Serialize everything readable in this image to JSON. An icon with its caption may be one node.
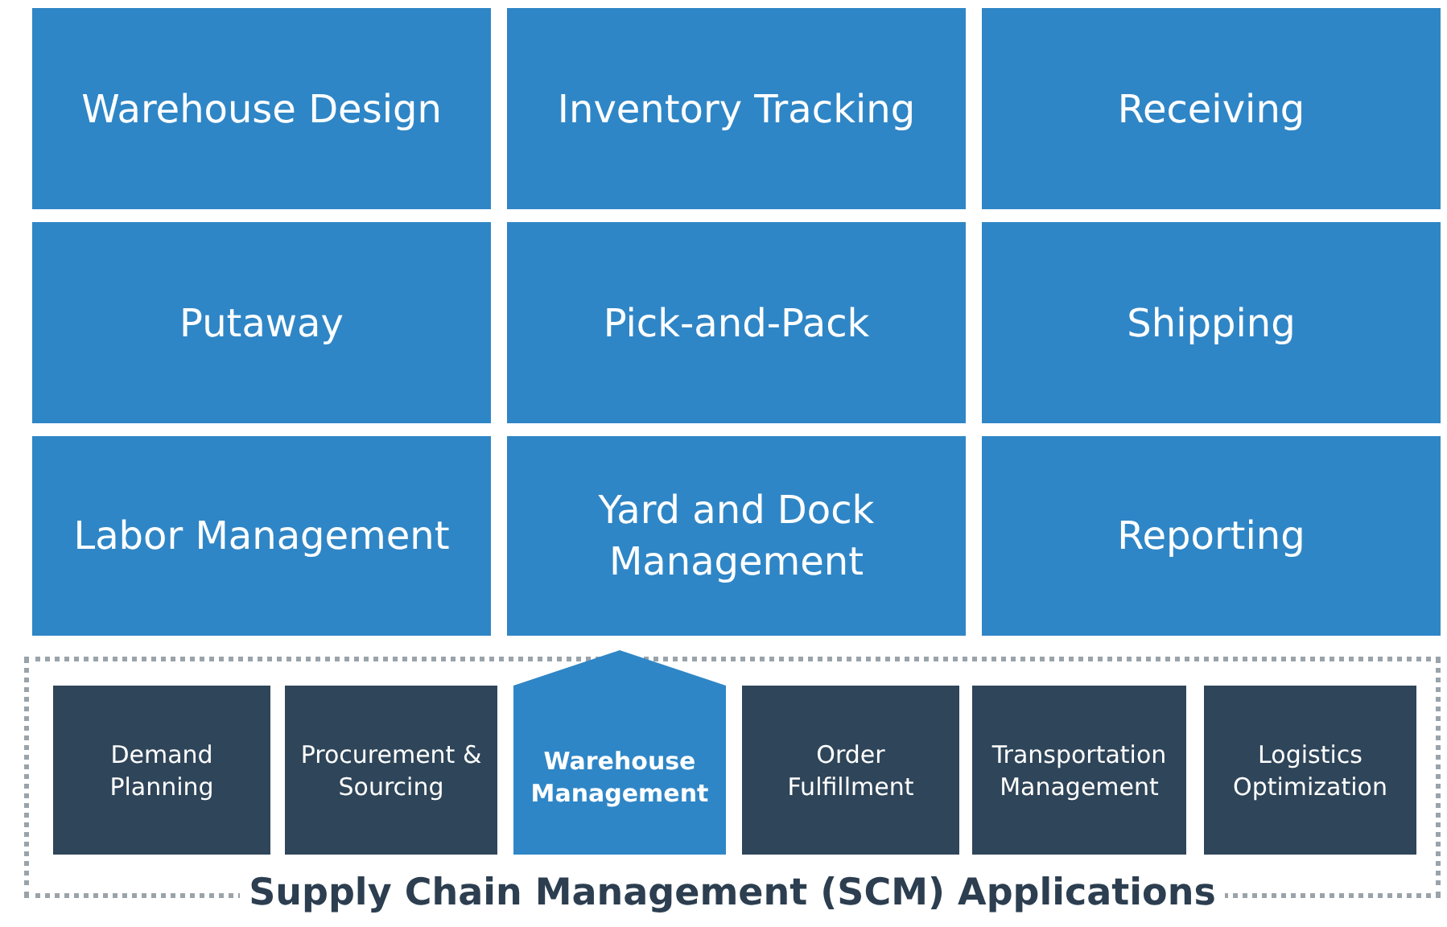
{
  "diagram": {
    "nodes": [
      {
        "text": [
          "Warehouse Design"
        ]
      },
      {
        "text": [
          "Inventory Tracking"
        ]
      },
      {
        "text": [
          "Receiving"
        ]
      },
      {
        "text": [
          "Putaway"
        ]
      },
      {
        "text": [
          "Pick-and-Pack"
        ]
      },
      {
        "text": [
          "Shipping"
        ]
      },
      {
        "text": [
          "Labor Management"
        ]
      },
      {
        "text": [
          "Yard and Dock Management"
        ]
      },
      {
        "text": [
          "Reporting"
        ]
      },
      {
        "text": [
          "Supply Chain Management (SCM) Applications"
        ]
      },
      {
        "text": [
          "Demand Planning"
        ],
        "in": 9
      },
      {
        "text": [
          "Procurement & Sourcing"
        ],
        "in": 9
      },
      {
        "text": [
          "Warehouse Management"
        ],
        "in": 9
      },
      {
        "text": [
          "Order Fulfillment"
        ],
        "in": 9
      },
      {
        "text": [
          "Transportation Management"
        ],
        "in": 9
      },
      {
        "text": [
          "Logistics Optimization"
        ],
        "in": 9
      }
    ]
  }
}
